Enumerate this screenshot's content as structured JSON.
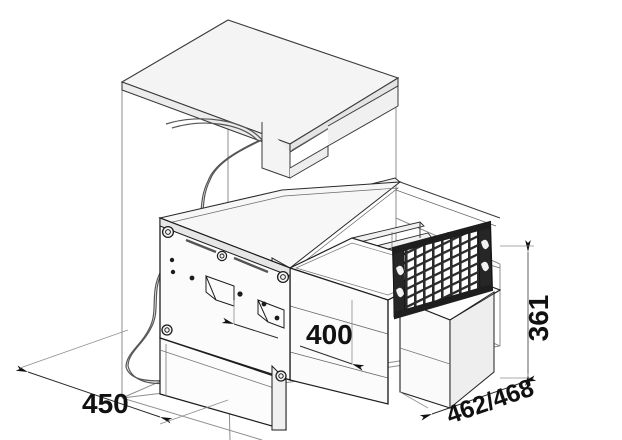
{
  "drawing": {
    "type": "isometric-technical-line-drawing",
    "subject": "pull-out kitchen cabinet waste separation system",
    "background_color": "#ffffff",
    "line_color": "#1a1a1a",
    "thin_line_color": "#8a8a8a",
    "panel_fill": "#f2f2f2",
    "mesh_color": "#2b2b2b"
  },
  "dimensions": {
    "depth": {
      "label": "450",
      "name": "cabinet-depth",
      "orientation": "horizontal-left",
      "unit": "mm"
    },
    "bin_width": {
      "label": "400",
      "name": "bin-assembly-width",
      "orientation": "horizontal-center",
      "unit": "mm"
    },
    "height": {
      "label": "361",
      "name": "assembly-height",
      "orientation": "vertical-right-rotated",
      "unit": "mm"
    },
    "front_width": {
      "label": "462/468",
      "name": "carrier-width-range",
      "orientation": "diagonal-lower-right",
      "unit": "mm"
    }
  },
  "components": {
    "countertop": "cabinet-countertop",
    "cabinet_body": "cabinet-carcass",
    "break_line": "cutaway-break-line",
    "front_bracket": "front-mounting-bracket-panel",
    "frame": "pull-out-runner-frame",
    "bin_left": "waste-bin-left",
    "bin_right": "waste-bin-right",
    "mesh_panel": "perforated-lattice-panel",
    "rails": "telescopic-slide-rails"
  }
}
